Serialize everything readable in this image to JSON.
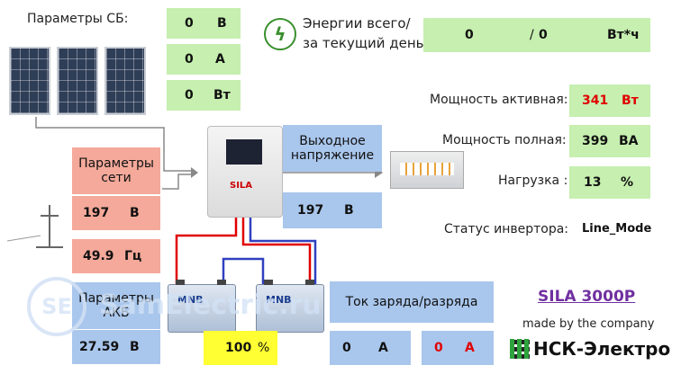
{
  "solar": {
    "title": "Параметры СБ:",
    "voltage_value": "0",
    "voltage_unit": "В",
    "current_value": "0",
    "current_unit": "А",
    "power_value": "0",
    "power_unit": "Вт"
  },
  "energy": {
    "label_line1": "Энергии всего/",
    "label_line2": "за текущий день",
    "total_value": "0",
    "separator": "/",
    "day_value": "0",
    "unit": "Вт*ч"
  },
  "power": {
    "active_label": "Мощность активная:",
    "active_value": "341",
    "active_unit": "Вт",
    "apparent_label": "Мощность полная:",
    "apparent_value": "399",
    "apparent_unit": "ВА",
    "load_label": "Нагрузка :",
    "load_value": "13",
    "load_unit": "%"
  },
  "status": {
    "label": "Статус инвертора:",
    "value": "Line_Mode"
  },
  "output": {
    "label_line1": "Выходное",
    "label_line2": "напряжение",
    "value": "197",
    "unit": "В"
  },
  "grid": {
    "label_line1": "Параметры",
    "label_line2": "сети",
    "voltage_value": "197",
    "voltage_unit": "В",
    "frequency_value": "49.9",
    "frequency_unit": "Гц"
  },
  "battery": {
    "label_line1": "Параметры",
    "label_line2": "АКБ",
    "voltage_value": "27.59",
    "voltage_unit": "В",
    "charge_value": "100",
    "charge_unit": "%",
    "current_label": "Ток заряда/разряда",
    "charge_current_value": "0",
    "charge_current_unit": "А",
    "discharge_current_value": "0",
    "discharge_current_unit": "А",
    "brand": "MNB"
  },
  "device": {
    "model": "SILA 3000P",
    "made_by": "made by the company",
    "company": "НСК-Электро",
    "brand_on_inverter": "SILA"
  },
  "watermark": {
    "text": "SamElectric.ru",
    "badge": "SE"
  },
  "colors": {
    "green_box": "#c6efb0",
    "blue_box": "#a9c6ec",
    "salmon_box": "#f4a99a",
    "yellow_box": "#ffff33",
    "alert_red": "#e00000"
  }
}
